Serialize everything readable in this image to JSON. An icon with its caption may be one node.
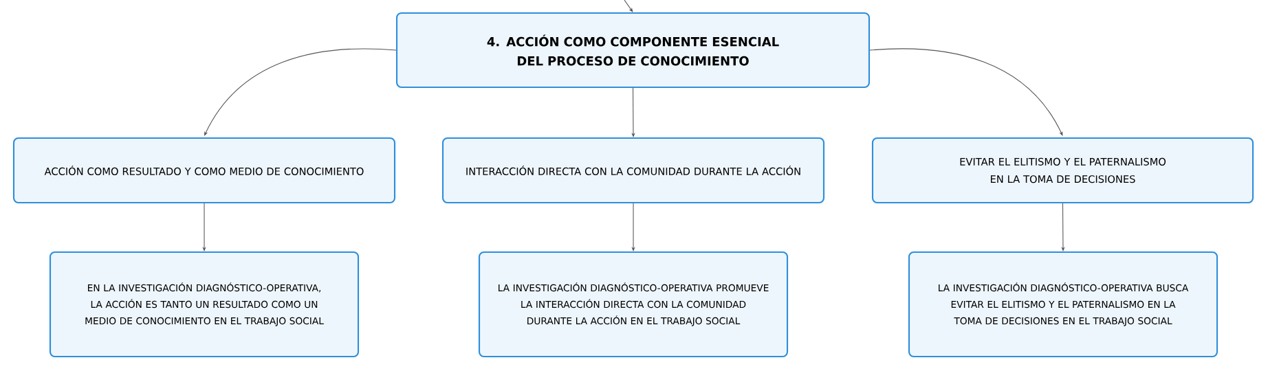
{
  "diagram": {
    "nodes": [
      {
        "text": [
          "4. ACCIÓN COMO COMPONENTE ESENCIAL DEL PROCESO DE CONOCIMIENTO"
        ]
      },
      {
        "text": [
          "ACCIÓN COMO RESULTADO Y COMO MEDIO DE CONOCIMIENTO"
        ]
      },
      {
        "text": [
          "INTERACCIÓN DIRECTA CON LA COMUNIDAD DURANTE LA ACCIÓN"
        ]
      },
      {
        "text": [
          "EVITAR EL ELITISMO Y EL PATERNALISMO EN LA TOMA DE DECISIONES"
        ]
      },
      {
        "text": [
          "EN LA INVESTIGACIÓN DIAGNÓSTICO-OPERATIVA, LA ACCIÓN ES TANTO UN RESULTADO COMO UN MEDIO DE CONOCIMIENTO EN EL TRABAJO SOCIAL"
        ]
      },
      {
        "text": [
          "LA INVESTIGACIÓN DIAGNÓSTICO-OPERATIVA PROMUEVE LA INTERACCIÓN DIRECTA CON LA COMUNIDAD DURANTE LA ACCIÓN EN EL TRABAJO SOCIAL"
        ]
      },
      {
        "text": [
          "LA INVESTIGACIÓN DIAGNÓSTICO-OPERATIVA BUSCA EVITAR EL ELITISMO Y EL PATERNALISMO EN LA TOMA DE DECISIONES EN EL TRABAJO SOCIAL"
        ]
      }
    ],
    "edges": [
      {
        "from": null,
        "to": 0,
        "arrow": "to"
      },
      {
        "from": 0,
        "to": 1,
        "arrow": "to"
      },
      {
        "from": 0,
        "to": 2,
        "arrow": "to"
      },
      {
        "from": 0,
        "to": 3,
        "arrow": "to"
      },
      {
        "from": 1,
        "to": 4,
        "arrow": "to"
      },
      {
        "from": 2,
        "to": 5,
        "arrow": "to"
      },
      {
        "from": 3,
        "to": 6,
        "arrow": "to"
      }
    ]
  }
}
